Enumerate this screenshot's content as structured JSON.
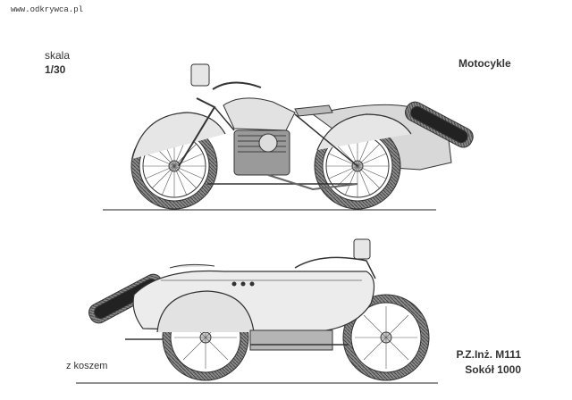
{
  "watermark": "www.odkrywca.pl",
  "scale": {
    "label": "skala",
    "value": "1/30"
  },
  "title": "Motocykle",
  "caption": "z koszem",
  "model": {
    "line1": "P.Z.Inż. M111",
    "line2": "Sokół 1000"
  }
}
